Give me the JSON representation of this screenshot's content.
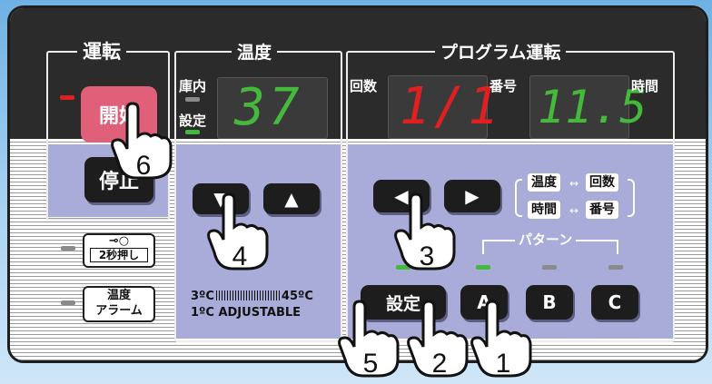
{
  "sections": {
    "operation": {
      "title": "運転",
      "start_label": "開始",
      "stop_label": "停止"
    },
    "temperature": {
      "title": "温度",
      "inside_label": "庫内",
      "setting_label": "設定",
      "display_value": "37",
      "range_text": "3ºC",
      "range_text_right": "45ºC",
      "adjustable_text": "1ºC ADJUSTABLE"
    },
    "program": {
      "title": "プログラム運転",
      "count_label": "回数",
      "number_label": "番号",
      "time_label": "時間",
      "count_display": "1/1",
      "time_display": "11.5",
      "cycle_labels": [
        "温度",
        "回数",
        "時間",
        "番号"
      ],
      "pattern_label": "パターン",
      "buttons": {
        "set": "設定",
        "a": "A",
        "b": "B",
        "c": "C"
      }
    },
    "side": {
      "key_lock": "2秒押し",
      "temp_alarm_line1": "温度",
      "temp_alarm_line2": "アラーム"
    }
  },
  "hands": [
    "1",
    "2",
    "3",
    "4",
    "5",
    "6"
  ],
  "colors": {
    "led_green": "#45b93b",
    "led_red": "#e02020",
    "start_button": "#e0607a",
    "panel_lavender": "#a9acd8",
    "background_blue": "#a9d2f1"
  }
}
